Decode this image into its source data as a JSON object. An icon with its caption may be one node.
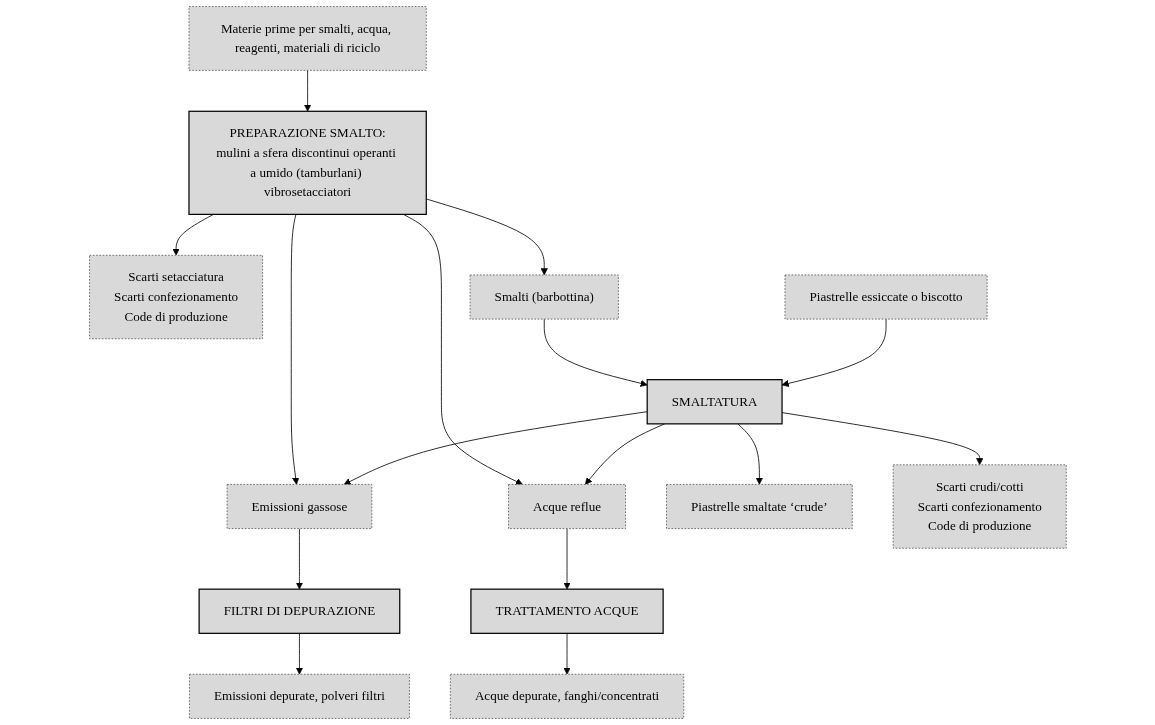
{
  "diagram": {
    "nodes": [
      {
        "text": [
          "Materie prime per smalti, acqua, reagenti, materiali di riciclo"
        ]
      },
      {
        "text": [
          "PREPARAZIONE SMALTO:",
          "mulini a sfera discontinui operanti a umido (tamburlani) vibrosetacciatori"
        ]
      },
      {
        "text": [
          "Scarti setacciatura",
          "Scarti confezionamento",
          "Code di produzione"
        ]
      },
      {
        "text": [
          "Smalti (barbottina)"
        ]
      },
      {
        "text": [
          "Emissioni gassose"
        ]
      },
      {
        "text": [
          "Acque reflue"
        ]
      },
      {
        "text": [
          "Piastrelle essiccate o biscotto"
        ]
      },
      {
        "text": [
          "SMALTATURA"
        ]
      },
      {
        "text": [
          "FILTRI DI DEPURAZIONE"
        ]
      },
      {
        "text": [
          "TRATTAMENTO ACQUE"
        ]
      },
      {
        "text": [
          "Piastrelle smaltate ‘crude’"
        ]
      },
      {
        "text": [
          "Scarti crudi/cotti",
          "Scarti confezionamento",
          "Code di produzione"
        ]
      },
      {
        "text": [
          "Emissioni depurate, polveri filtri"
        ]
      },
      {
        "text": [
          "Acque depurate, fanghi/concentrati"
        ]
      }
    ],
    "edges": [
      {
        "from": 0,
        "to": 1,
        "arrow": "to"
      },
      {
        "from": 1,
        "to": 2,
        "arrow": "to"
      },
      {
        "from": 1,
        "to": 3,
        "arrow": "to"
      },
      {
        "from": 1,
        "to": 4,
        "arrow": "to"
      },
      {
        "from": 1,
        "to": 5,
        "arrow": "to"
      },
      {
        "from": 3,
        "to": 7,
        "arrow": "to"
      },
      {
        "from": 6,
        "to": 7,
        "arrow": "to"
      },
      {
        "from": 7,
        "to": 4,
        "arrow": "to"
      },
      {
        "from": 7,
        "to": 5,
        "arrow": "to"
      },
      {
        "from": 4,
        "to": 8,
        "arrow": "to"
      },
      {
        "from": 5,
        "to": 9,
        "arrow": "to"
      },
      {
        "from": 7,
        "to": 10,
        "arrow": "to"
      },
      {
        "from": 7,
        "to": 11,
        "arrow": "to"
      },
      {
        "from": 8,
        "to": 12,
        "arrow": "to"
      },
      {
        "from": 9,
        "to": 13,
        "arrow": "to"
      }
    ]
  }
}
